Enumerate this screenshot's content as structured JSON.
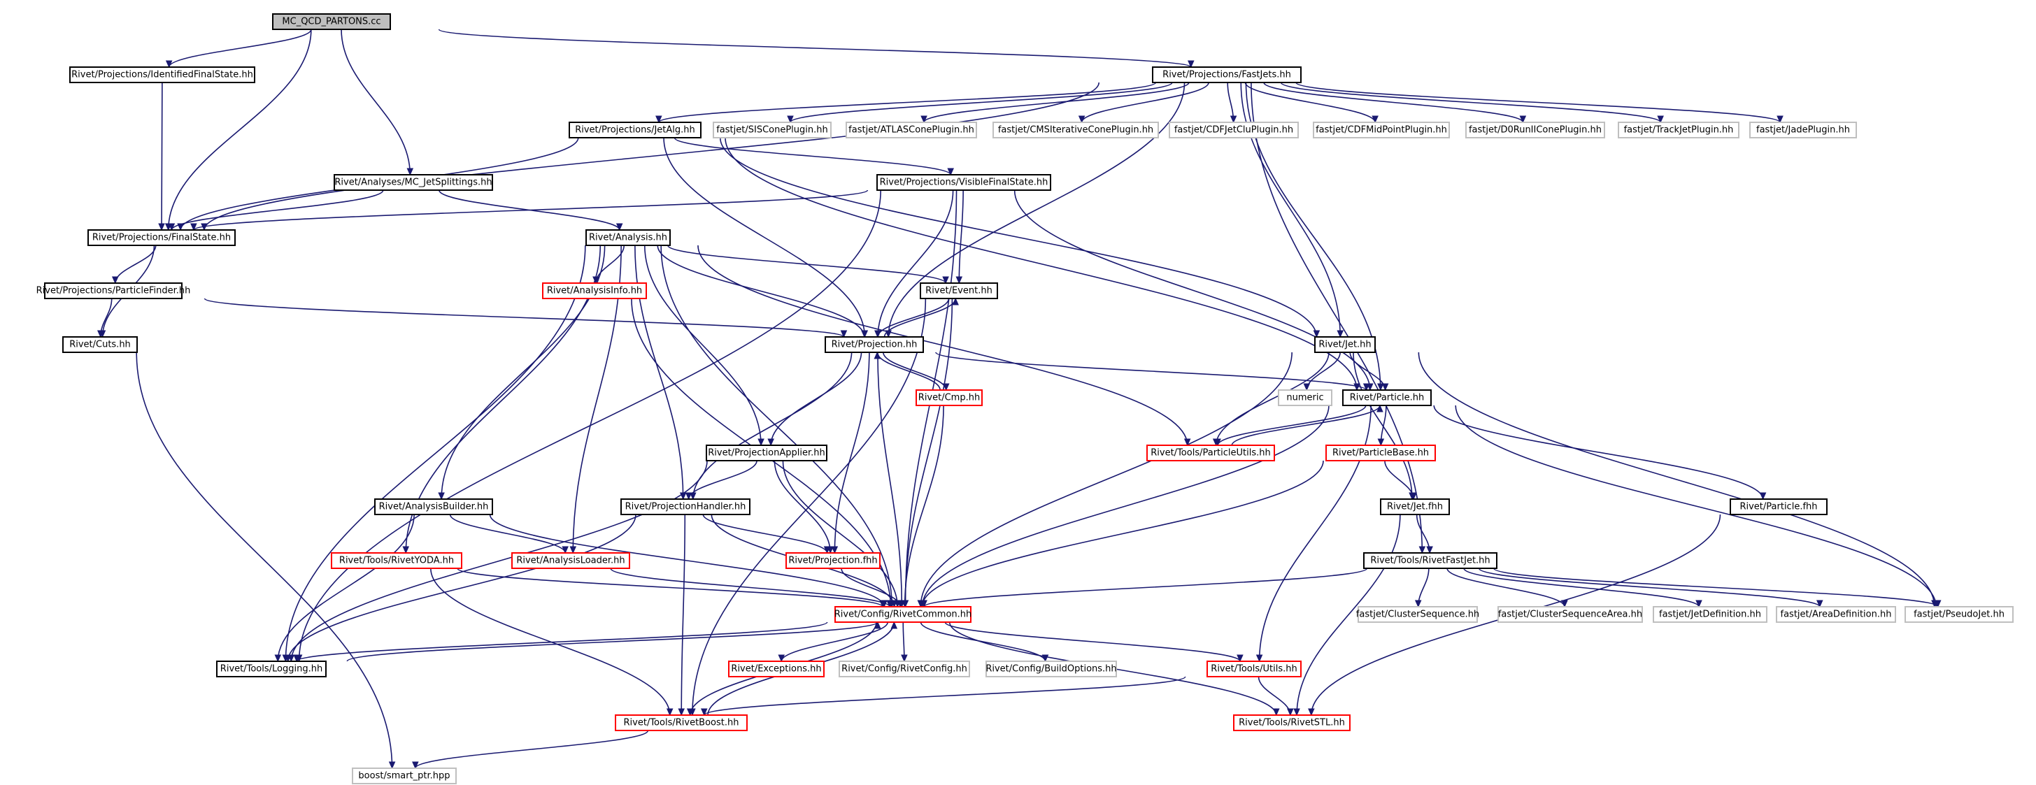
{
  "graph": {
    "nodes": [
      {
        "id": "mc",
        "label": "MC_QCD_PARTONS.cc",
        "style": "root"
      },
      {
        "id": "idfs",
        "label": "Rivet/Projections/IdentifiedFinalState.hh",
        "style": "normal"
      },
      {
        "id": "fastjets",
        "label": "Rivet/Projections/FastJets.hh",
        "style": "normal"
      },
      {
        "id": "jetalg",
        "label": "Rivet/Projections/JetAlg.hh",
        "style": "normal"
      },
      {
        "id": "siscone",
        "label": "fastjet/SISConePlugin.hh",
        "style": "missing"
      },
      {
        "id": "atlascone",
        "label": "fastjet/ATLASConePlugin.hh",
        "style": "missing"
      },
      {
        "id": "cmsiter",
        "label": "fastjet/CMSIterativeConePlugin.hh",
        "style": "missing"
      },
      {
        "id": "cdfclu",
        "label": "fastjet/CDFJetCluPlugin.hh",
        "style": "missing"
      },
      {
        "id": "cdfmid",
        "label": "fastjet/CDFMidPointPlugin.hh",
        "style": "missing"
      },
      {
        "id": "d0run",
        "label": "fastjet/D0RunIIConePlugin.hh",
        "style": "missing"
      },
      {
        "id": "trackjet",
        "label": "fastjet/TrackJetPlugin.hh",
        "style": "missing"
      },
      {
        "id": "jade",
        "label": "fastjet/JadePlugin.hh",
        "style": "missing"
      },
      {
        "id": "mcjs",
        "label": "Rivet/Analyses/MC_JetSplittings.hh",
        "style": "normal"
      },
      {
        "id": "vfs",
        "label": "Rivet/Projections/VisibleFinalState.hh",
        "style": "normal"
      },
      {
        "id": "fs",
        "label": "Rivet/Projections/FinalState.hh",
        "style": "normal"
      },
      {
        "id": "analysis",
        "label": "Rivet/Analysis.hh",
        "style": "normal"
      },
      {
        "id": "pfinder",
        "label": "Rivet/Projections/ParticleFinder.hh",
        "style": "normal"
      },
      {
        "id": "ainfo",
        "label": "Rivet/AnalysisInfo.hh",
        "style": "truncated"
      },
      {
        "id": "event",
        "label": "Rivet/Event.hh",
        "style": "normal"
      },
      {
        "id": "cuts",
        "label": "Rivet/Cuts.hh",
        "style": "normal"
      },
      {
        "id": "projection",
        "label": "Rivet/Projection.hh",
        "style": "normal"
      },
      {
        "id": "jet",
        "label": "Rivet/Jet.hh",
        "style": "normal"
      },
      {
        "id": "cmp",
        "label": "Rivet/Cmp.hh",
        "style": "truncated"
      },
      {
        "id": "numeric",
        "label": "numeric",
        "style": "missing"
      },
      {
        "id": "particle",
        "label": "Rivet/Particle.hh",
        "style": "normal"
      },
      {
        "id": "putils",
        "label": "Rivet/Tools/ParticleUtils.hh",
        "style": "truncated"
      },
      {
        "id": "papplier",
        "label": "Rivet/ProjectionApplier.hh",
        "style": "normal"
      },
      {
        "id": "pbase",
        "label": "Rivet/ParticleBase.hh",
        "style": "truncated"
      },
      {
        "id": "abuilder",
        "label": "Rivet/AnalysisBuilder.hh",
        "style": "normal"
      },
      {
        "id": "phandler",
        "label": "Rivet/ProjectionHandler.hh",
        "style": "normal"
      },
      {
        "id": "jetfhh",
        "label": "Rivet/Jet.fhh",
        "style": "normal"
      },
      {
        "id": "particlefhh",
        "label": "Rivet/Particle.fhh",
        "style": "normal"
      },
      {
        "id": "rivetyoda",
        "label": "Rivet/Tools/RivetYODA.hh",
        "style": "truncated"
      },
      {
        "id": "aloader",
        "label": "Rivet/AnalysisLoader.hh",
        "style": "truncated"
      },
      {
        "id": "projfhh",
        "label": "Rivet/Projection.fhh",
        "style": "truncated"
      },
      {
        "id": "rfastjet",
        "label": "Rivet/Tools/RivetFastJet.hh",
        "style": "normal"
      },
      {
        "id": "rcommon",
        "label": "Rivet/Config/RivetCommon.hh",
        "style": "truncated"
      },
      {
        "id": "clseq",
        "label": "fastjet/ClusterSequence.hh",
        "style": "missing"
      },
      {
        "id": "clseqarea",
        "label": "fastjet/ClusterSequenceArea.hh",
        "style": "missing"
      },
      {
        "id": "jetdef",
        "label": "fastjet/JetDefinition.hh",
        "style": "missing"
      },
      {
        "id": "areadef",
        "label": "fastjet/AreaDefinition.hh",
        "style": "missing"
      },
      {
        "id": "pseudojet",
        "label": "fastjet/PseudoJet.hh",
        "style": "missing"
      },
      {
        "id": "logging",
        "label": "Rivet/Tools/Logging.hh",
        "style": "normal"
      },
      {
        "id": "exceptions",
        "label": "Rivet/Exceptions.hh",
        "style": "truncated"
      },
      {
        "id": "rconfig",
        "label": "Rivet/Config/RivetConfig.hh",
        "style": "missing"
      },
      {
        "id": "buildopts",
        "label": "Rivet/Config/BuildOptions.hh",
        "style": "missing"
      },
      {
        "id": "utils",
        "label": "Rivet/Tools/Utils.hh",
        "style": "truncated"
      },
      {
        "id": "rboost",
        "label": "Rivet/Tools/RivetBoost.hh",
        "style": "truncated"
      },
      {
        "id": "rstl",
        "label": "Rivet/Tools/RivetSTL.hh",
        "style": "truncated"
      },
      {
        "id": "smartptr",
        "label": "boost/smart_ptr.hpp",
        "style": "missing"
      }
    ],
    "edges": [
      [
        "mc",
        "idfs"
      ],
      [
        "mc",
        "fastjets"
      ],
      [
        "mc",
        "mcjs"
      ],
      [
        "mc",
        "fs"
      ],
      [
        "idfs",
        "fs"
      ],
      [
        "fastjets",
        "jetalg"
      ],
      [
        "fastjets",
        "siscone"
      ],
      [
        "fastjets",
        "atlascone"
      ],
      [
        "fastjets",
        "cmsiter"
      ],
      [
        "fastjets",
        "cdfclu"
      ],
      [
        "fastjets",
        "cdfmid"
      ],
      [
        "fastjets",
        "d0run"
      ],
      [
        "fastjets",
        "trackjet"
      ],
      [
        "fastjets",
        "jade"
      ],
      [
        "fastjets",
        "fs"
      ],
      [
        "fastjets",
        "projection"
      ],
      [
        "fastjets",
        "jet"
      ],
      [
        "fastjets",
        "particle"
      ],
      [
        "fastjets",
        "rfastjet"
      ],
      [
        "jetalg",
        "fs"
      ],
      [
        "jetalg",
        "vfs"
      ],
      [
        "jetalg",
        "jet"
      ],
      [
        "jetalg",
        "projection"
      ],
      [
        "jetalg",
        "particle"
      ],
      [
        "mcjs",
        "fs"
      ],
      [
        "mcjs",
        "analysis"
      ],
      [
        "vfs",
        "fs"
      ],
      [
        "vfs",
        "event"
      ],
      [
        "vfs",
        "projection"
      ],
      [
        "vfs",
        "particle"
      ],
      [
        "vfs",
        "rcommon"
      ],
      [
        "vfs",
        "logging"
      ],
      [
        "fs",
        "pfinder"
      ],
      [
        "fs",
        "cuts"
      ],
      [
        "pfinder",
        "cuts"
      ],
      [
        "pfinder",
        "projection"
      ],
      [
        "analysis",
        "ainfo"
      ],
      [
        "analysis",
        "event"
      ],
      [
        "analysis",
        "projection"
      ],
      [
        "analysis",
        "papplier"
      ],
      [
        "analysis",
        "phandler"
      ],
      [
        "analysis",
        "abuilder"
      ],
      [
        "analysis",
        "aloader"
      ],
      [
        "analysis",
        "rivetyoda"
      ],
      [
        "analysis",
        "logging"
      ],
      [
        "analysis",
        "putils"
      ],
      [
        "analysis",
        "rcommon"
      ],
      [
        "ainfo",
        "rcommon"
      ],
      [
        "event",
        "projection"
      ],
      [
        "event",
        "rcommon"
      ],
      [
        "event",
        "rboost"
      ],
      [
        "projection",
        "event"
      ],
      [
        "projection",
        "cmp"
      ],
      [
        "projection",
        "papplier"
      ],
      [
        "projection",
        "phandler"
      ],
      [
        "projection",
        "projfhh"
      ],
      [
        "projection",
        "particle"
      ],
      [
        "projection",
        "rcommon"
      ],
      [
        "cmp",
        "projection"
      ],
      [
        "cmp",
        "rcommon"
      ],
      [
        "cuts",
        "smartptr"
      ],
      [
        "jet",
        "numeric"
      ],
      [
        "jet",
        "particle"
      ],
      [
        "jet",
        "putils"
      ],
      [
        "jet",
        "jetfhh"
      ],
      [
        "jet",
        "pseudojet"
      ],
      [
        "jet",
        "rcommon"
      ],
      [
        "particle",
        "putils"
      ],
      [
        "particle",
        "pbase"
      ],
      [
        "particle",
        "particlefhh"
      ],
      [
        "particle",
        "pseudojet"
      ],
      [
        "particle",
        "utils"
      ],
      [
        "particle",
        "rcommon"
      ],
      [
        "putils",
        "particle"
      ],
      [
        "pbase",
        "jetfhh"
      ],
      [
        "pbase",
        "rcommon"
      ],
      [
        "papplier",
        "phandler"
      ],
      [
        "papplier",
        "projfhh"
      ],
      [
        "papplier",
        "logging"
      ],
      [
        "papplier",
        "rcommon"
      ],
      [
        "abuilder",
        "aloader"
      ],
      [
        "abuilder",
        "logging"
      ],
      [
        "abuilder",
        "rcommon"
      ],
      [
        "phandler",
        "projfhh"
      ],
      [
        "phandler",
        "rboost"
      ],
      [
        "phandler",
        "logging"
      ],
      [
        "phandler",
        "rcommon"
      ],
      [
        "rivetyoda",
        "rcommon"
      ],
      [
        "rivetyoda",
        "rboost"
      ],
      [
        "aloader",
        "rcommon"
      ],
      [
        "projfhh",
        "rcommon"
      ],
      [
        "jetfhh",
        "rfastjet"
      ],
      [
        "jetfhh",
        "rstl"
      ],
      [
        "particlefhh",
        "rstl"
      ],
      [
        "rfastjet",
        "rcommon"
      ],
      [
        "rfastjet",
        "clseq"
      ],
      [
        "rfastjet",
        "clseqarea"
      ],
      [
        "rfastjet",
        "jetdef"
      ],
      [
        "rfastjet",
        "areadef"
      ],
      [
        "rfastjet",
        "pseudojet"
      ],
      [
        "rcommon",
        "logging"
      ],
      [
        "rcommon",
        "exceptions"
      ],
      [
        "rcommon",
        "rconfig"
      ],
      [
        "rcommon",
        "buildopts"
      ],
      [
        "rcommon",
        "utils"
      ],
      [
        "rcommon",
        "rboost"
      ],
      [
        "rcommon",
        "rstl"
      ],
      [
        "logging",
        "rcommon"
      ],
      [
        "utils",
        "rboost"
      ],
      [
        "utils",
        "rstl"
      ],
      [
        "rboost",
        "rcommon"
      ],
      [
        "rboost",
        "smartptr"
      ]
    ]
  },
  "colors": {
    "edge": "#191970",
    "normal_border": "#000000",
    "truncated_border": "#ff0000",
    "missing_border": "#bfbfbf",
    "root_fill": "#bfbfbf",
    "node_fill": "#ffffff"
  }
}
